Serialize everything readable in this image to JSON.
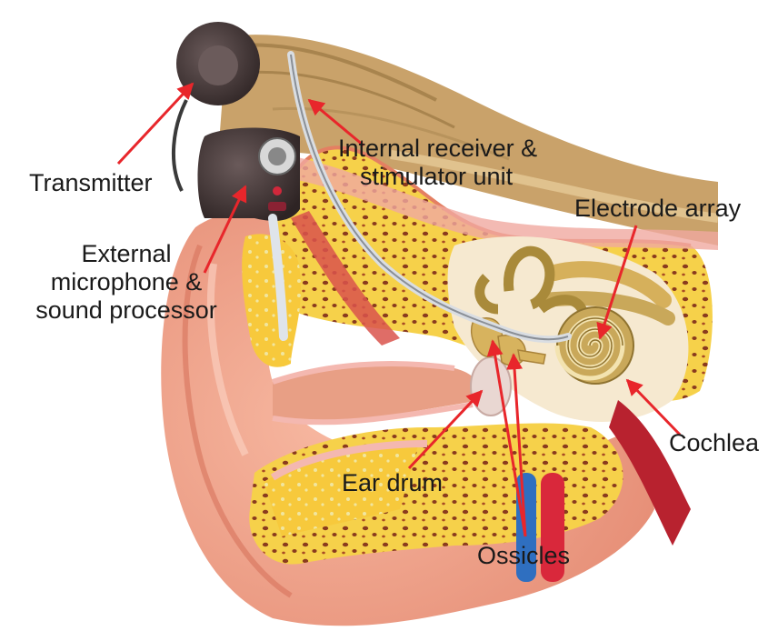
{
  "colors": {
    "arrow": "#e8262b",
    "skin": "#f2a58e",
    "skin_shadow": "#e08a73",
    "bone": "#f6d14a",
    "bone_pore": "#8a3b1e",
    "canal_lining": "#f4b8b0",
    "cochlea": "#c9a85a",
    "device": "#4a3a3a",
    "hair": "#c9a26a",
    "artery": "#d9283b",
    "vein": "#2f6fc0",
    "label_text": "#1a1a1a"
  },
  "labels": {
    "transmitter": "Transmitter",
    "internal_receiver": [
      "Internal receiver &",
      "stimulator unit"
    ],
    "external_microphone": [
      "External",
      "microphone &",
      "sound processor"
    ],
    "electrode_array": "Electrode array",
    "cochlea": "Cochlea",
    "ear_drum": "Ear drum",
    "ossicles": "Ossicles"
  }
}
